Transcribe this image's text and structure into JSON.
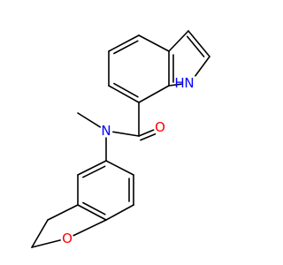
{
  "structure": {
    "atoms": [
      {
        "id": "nh",
        "label": "N",
        "hydrogen": "H",
        "color": "#0000ff"
      },
      {
        "id": "n_amide",
        "label": "N",
        "color": "#0000ff"
      },
      {
        "id": "o_carbonyl",
        "label": "O",
        "color": "#ff0000"
      },
      {
        "id": "o_ring",
        "label": "O",
        "color": "#ff0000"
      }
    ],
    "bond_color": "#000000"
  }
}
